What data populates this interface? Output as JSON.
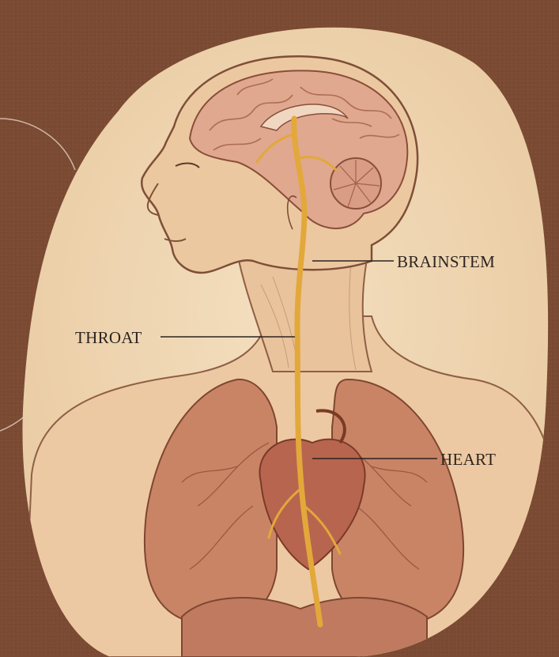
{
  "labels": {
    "brainstem": "BRAINSTEM",
    "throat": "THROAT",
    "heart": "HEART"
  },
  "colors": {
    "background": "#7b4a33",
    "parchment": "#f1d6b0",
    "skin": "#e9c6a0",
    "brain": "#dfa88f",
    "lung": "#c98466",
    "heart": "#b8654f",
    "nerve": "#e3a83a",
    "ink": "#2b241f"
  },
  "icons": [
    "vagus-nerve",
    "brain",
    "lungs",
    "heart"
  ]
}
